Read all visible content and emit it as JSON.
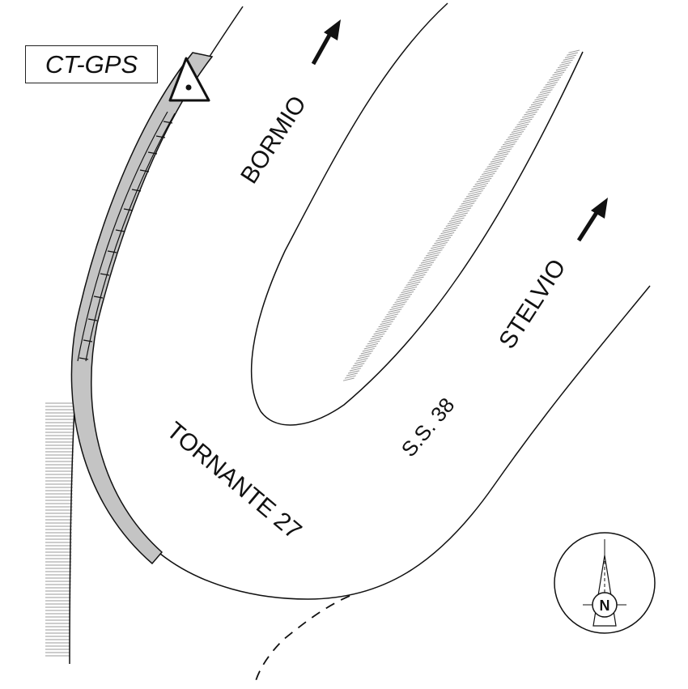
{
  "legend": {
    "station_code": "CT-GPS"
  },
  "labels": {
    "bormio": "BORMIO",
    "stelvio": "STELVIO",
    "road": "S.S. 38",
    "hairpin": "TORNANTE 27",
    "north": "N"
  },
  "icons": {
    "station_marker": "triangle-with-dot-icon",
    "direction_arrow": "north-east-arrow-icon",
    "compass": "north-arrow-compass-icon"
  },
  "colors": {
    "line": "#111111",
    "retaining_wall_fill": "#c4c4c4",
    "hatching": "#9a9a9a",
    "background": "#ffffff"
  }
}
